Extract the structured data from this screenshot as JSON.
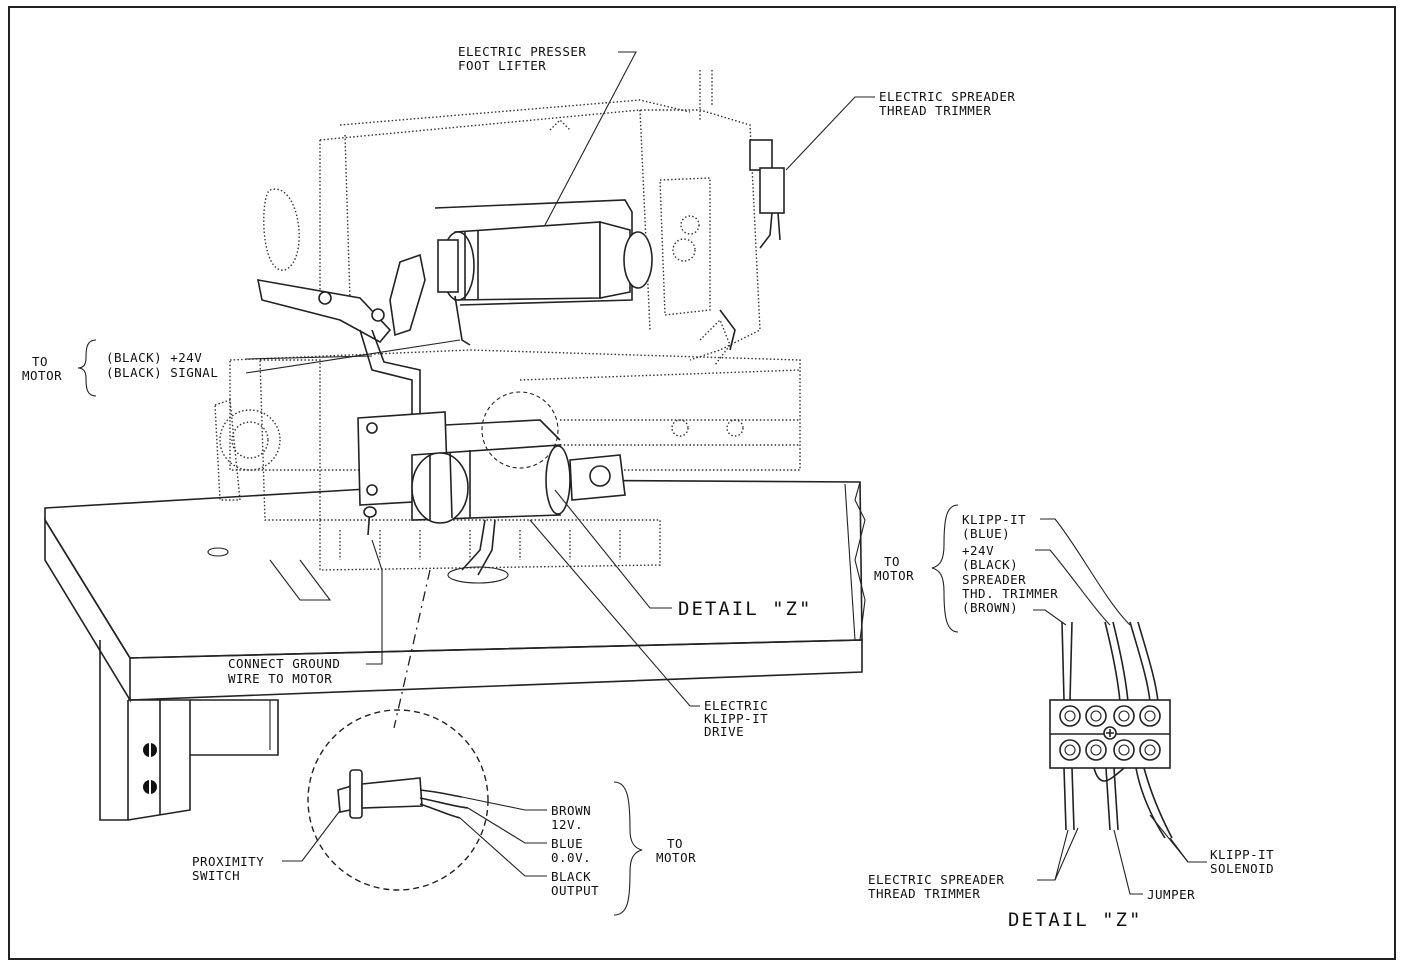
{
  "labels": {
    "presser_foot": [
      "ELECTRIC PRESSER",
      "FOOT LIFTER"
    ],
    "spreader_top": [
      "ELECTRIC SPREADER",
      "THREAD TRIMMER"
    ],
    "to_motor_left": [
      "TO",
      "MOTOR"
    ],
    "wire_plus24": "(BLACK) +24V",
    "wire_signal": "(BLACK) SIGNAL",
    "detail_z_main": "DETAIL \"Z\"",
    "connect_ground": [
      "CONNECT GROUND",
      "WIRE TO MOTOR"
    ],
    "klipp_drive": [
      "ELECTRIC",
      "KLIPP-IT",
      "DRIVE"
    ],
    "proximity_switch": [
      "PROXIMITY",
      "SWITCH"
    ],
    "prox_brown": [
      "BROWN",
      "12V."
    ],
    "prox_blue": [
      "BLUE",
      "0.0V."
    ],
    "prox_black": [
      "BLACK",
      "OUTPUT"
    ],
    "to_motor_prox": [
      "TO",
      "MOTOR"
    ],
    "to_motor_right": [
      "TO",
      "MOTOR"
    ],
    "detail_klipp": [
      "KLIPP-IT",
      "(BLUE)"
    ],
    "detail_24v": [
      "+24V",
      "(BLACK)"
    ],
    "detail_spreader": [
      "SPREADER",
      "THD. TRIMMER",
      "(BROWN)"
    ],
    "detail_spreader_bottom": [
      "ELECTRIC SPREADER",
      "THREAD TRIMMER"
    ],
    "detail_jumper": "JUMPER",
    "detail_solenoid": [
      "KLIPP-IT",
      "SOLENOID"
    ],
    "detail_z_caption": "DETAIL \"Z\""
  }
}
